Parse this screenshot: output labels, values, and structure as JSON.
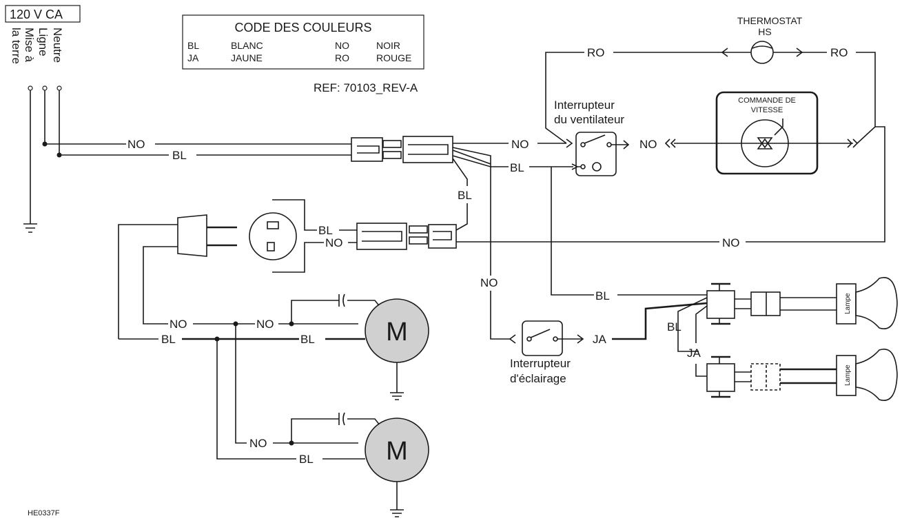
{
  "supply": {
    "voltage": "120 V CA",
    "neutral": "Neutre",
    "line": "Ligne",
    "ground_1": "Mise à",
    "ground_2": "la terre"
  },
  "color_code": {
    "title": "CODE DES COULEURS",
    "rows": [
      {
        "code_a": "BL",
        "name_a": "BLANC",
        "code_b": "NO",
        "name_b": "NOIR"
      },
      {
        "code_a": "JA",
        "name_a": "JAUNE",
        "code_b": "RO",
        "name_b": "ROUGE"
      }
    ]
  },
  "ref": "REF: 70103_REV-A",
  "thermostat": {
    "line1": "THERMOSTAT",
    "line2": "HS"
  },
  "speed_control": {
    "line1": "COMMANDE DE",
    "line2": "VITESSE"
  },
  "fan_switch": {
    "line1": "Interrupteur",
    "line2": "du ventilateur"
  },
  "light_switch": {
    "line1": "Interrupteur",
    "line2": "d'éclairage"
  },
  "motor_label": "M",
  "lamp_label": "Lampe",
  "wire": {
    "black": "NO",
    "white": "BL",
    "red": "RO",
    "yellow": "JA"
  },
  "drawing_code": "HE0337F",
  "colors": {
    "motor_fill": "#d0d0d0",
    "wire": "#1a1a1a"
  }
}
